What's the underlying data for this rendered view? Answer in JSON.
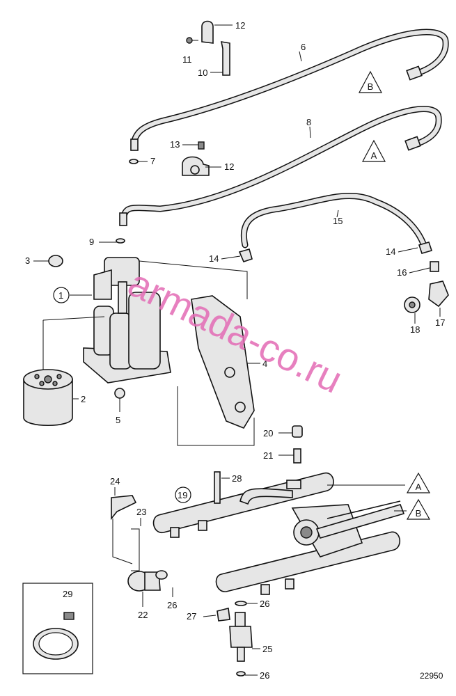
{
  "diagram": {
    "figure_number": "22950",
    "watermark": "armada-co.ru",
    "callouts": [
      {
        "id": "c1",
        "label": "1",
        "circled": true
      },
      {
        "id": "c2",
        "label": "2"
      },
      {
        "id": "c3",
        "label": "3"
      },
      {
        "id": "c4",
        "label": "4"
      },
      {
        "id": "c5",
        "label": "5"
      },
      {
        "id": "c6",
        "label": "6"
      },
      {
        "id": "c7",
        "label": "7"
      },
      {
        "id": "c8",
        "label": "8"
      },
      {
        "id": "c9",
        "label": "9"
      },
      {
        "id": "c10",
        "label": "10"
      },
      {
        "id": "c11",
        "label": "11"
      },
      {
        "id": "c12a",
        "label": "12"
      },
      {
        "id": "c12b",
        "label": "12"
      },
      {
        "id": "c13",
        "label": "13"
      },
      {
        "id": "c14a",
        "label": "14"
      },
      {
        "id": "c14b",
        "label": "14"
      },
      {
        "id": "c15",
        "label": "15"
      },
      {
        "id": "c16",
        "label": "16"
      },
      {
        "id": "c17",
        "label": "17"
      },
      {
        "id": "c18",
        "label": "18"
      },
      {
        "id": "c19",
        "label": "19",
        "circled": true
      },
      {
        "id": "c20",
        "label": "20"
      },
      {
        "id": "c21",
        "label": "21"
      },
      {
        "id": "c22",
        "label": "22"
      },
      {
        "id": "c23",
        "label": "23"
      },
      {
        "id": "c24",
        "label": "24"
      },
      {
        "id": "c25",
        "label": "25"
      },
      {
        "id": "c26a",
        "label": "26"
      },
      {
        "id": "c26b",
        "label": "26"
      },
      {
        "id": "c26c",
        "label": "26"
      },
      {
        "id": "c27",
        "label": "27"
      },
      {
        "id": "c28",
        "label": "28"
      },
      {
        "id": "c29",
        "label": "29"
      }
    ],
    "connection_markers": [
      {
        "id": "mB1",
        "label": "B"
      },
      {
        "id": "mA1",
        "label": "A"
      },
      {
        "id": "mA2",
        "label": "A"
      },
      {
        "id": "mB2",
        "label": "B"
      }
    ]
  }
}
